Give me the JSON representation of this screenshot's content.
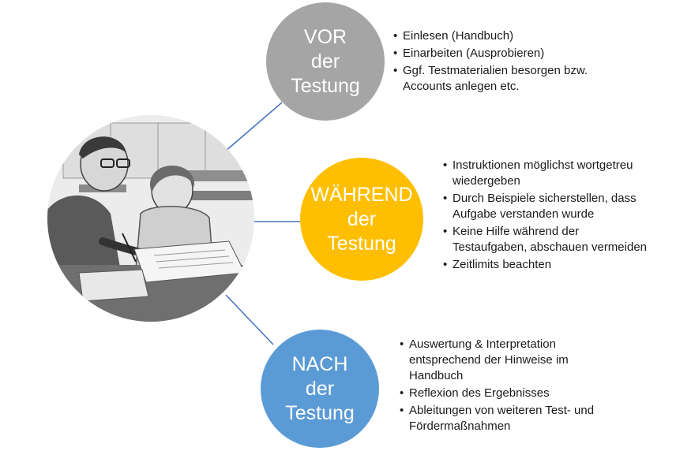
{
  "phases": [
    {
      "key": "vor",
      "title_lines": [
        "VOR",
        "der",
        "Testung"
      ],
      "color": "#a5a5a5",
      "items": [
        "Einlesen (Handbuch)",
        "Einarbeiten (Ausprobieren)",
        "Ggf. Testmaterialien besorgen bzw. Accounts anlegen etc."
      ]
    },
    {
      "key": "waehrend",
      "title_lines": [
        "WÄHREND",
        "der",
        "Testung"
      ],
      "color": "#ffbf00",
      "items": [
        "Instruktionen möglichst wortgetreu wiedergeben",
        "Durch Beispiele sicherstellen, dass Aufgabe verstanden wurde",
        "Keine Hilfe während der Testaufgaben, abschauen vermeiden",
        "Zeitlimits beachten"
      ]
    },
    {
      "key": "nach",
      "title_lines": [
        "NACH",
        "der",
        "Testung"
      ],
      "color": "#5b9bd5",
      "items": [
        "Auswertung & Interpretation entsprechend der Hinweise im Handbuch",
        "Reflexion des Ergebnisses",
        "Ableitungen von weiteren Test- und Fördermaßnahmen"
      ]
    }
  ],
  "connector_color": "#4472c4"
}
